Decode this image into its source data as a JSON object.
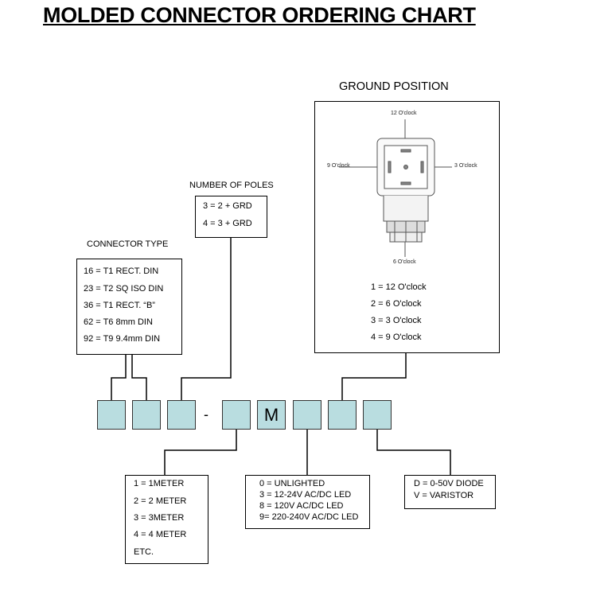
{
  "title": "MOLDED CONNECTOR ORDERING CHART",
  "ground_position": {
    "heading": "GROUND POSITION",
    "clock_12": "12 O'clock",
    "clock_9": "9 O'clock",
    "clock_3": "3 O'clock",
    "clock_6": "6 O'clock",
    "options": [
      "1 = 12 O'clock",
      "2 = 6 O'clock",
      "3 = 3 O'clock",
      "4 = 9 O'clock"
    ]
  },
  "number_of_poles": {
    "heading": "NUMBER OF POLES",
    "options": [
      "3 = 2 + GRD",
      "4  = 3 + GRD"
    ]
  },
  "connector_type": {
    "heading": "CONNECTOR TYPE",
    "options": [
      "16 = T1 RECT. DIN",
      "23 = T2 SQ ISO DIN",
      "36 = T1 RECT. “B”",
      "62 = T6 8mm DIN",
      "92 = T9 9.4mm DIN"
    ]
  },
  "code": {
    "dash": "-",
    "fixed_letter": "M",
    "cell_color": "#b9dde0"
  },
  "cable_length": {
    "options": [
      "1 = 1METER",
      "2 = 2 METER",
      "3 = 3METER",
      "4 = 4 METER",
      "ETC."
    ]
  },
  "led": {
    "options": [
      "0 = UNLIGHTED",
      "3 = 12-24V AC/DC LED",
      "8 = 120V AC/DC LED",
      "9= 220-240V AC/DC LED"
    ]
  },
  "suppression": {
    "options": [
      "D = 0-50V DIODE",
      "V = VARISTOR"
    ]
  }
}
